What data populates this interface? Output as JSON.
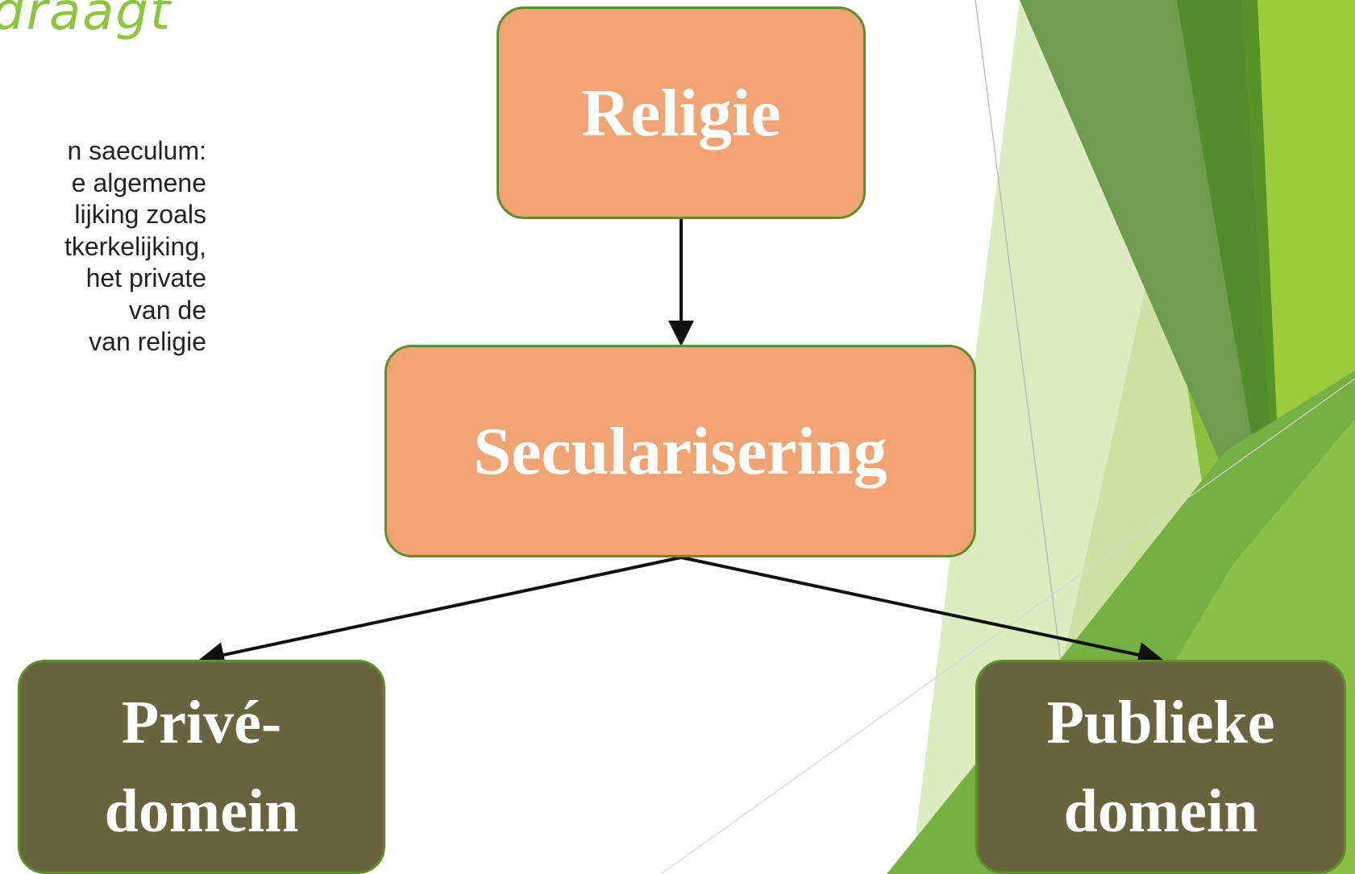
{
  "slide": {
    "title": "draagt",
    "body_lines": [
      "n saeculum:",
      "e algemene",
      "lijking zoals",
      "tkerkelijking,",
      "het private",
      "van de",
      "van religie"
    ]
  },
  "diagram": {
    "top_node": "Religie",
    "middle_node": "Secularisering",
    "left_node": {
      "line1": "Privé-",
      "line2": "domein"
    },
    "right_node": {
      "line1": "Publieke",
      "line2": "domein"
    }
  },
  "colors": {
    "title_green": "#8cc63f",
    "node_orange": "#f0a373",
    "node_olive": "#6a6340",
    "node_border": "#5f8e2b"
  }
}
